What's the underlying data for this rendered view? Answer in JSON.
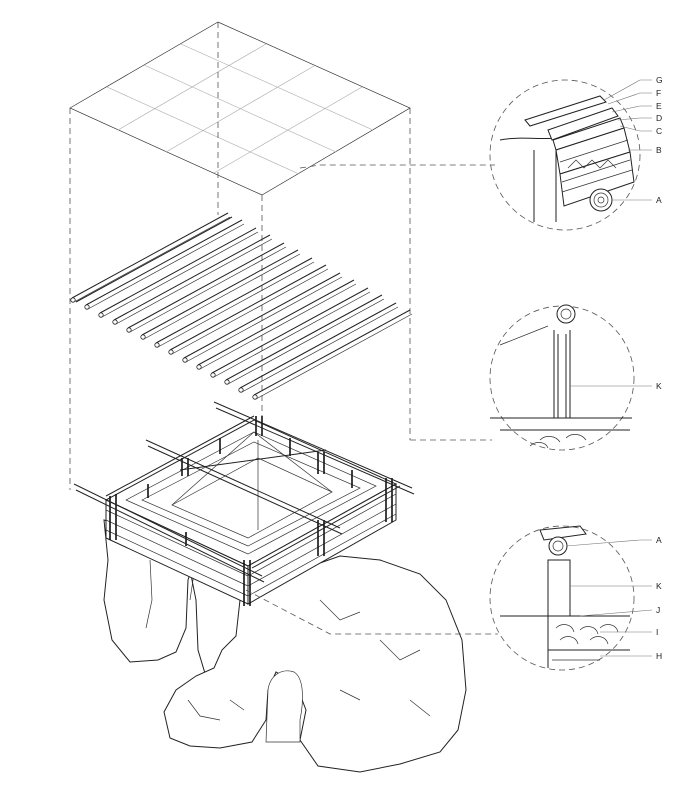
{
  "callouts": {
    "top_detail": [
      "G",
      "F",
      "E",
      "D",
      "C",
      "B",
      "A"
    ],
    "middle_detail": [
      "K"
    ],
    "bottom_detail": [
      "A",
      "K",
      "J",
      "I",
      "H"
    ]
  }
}
